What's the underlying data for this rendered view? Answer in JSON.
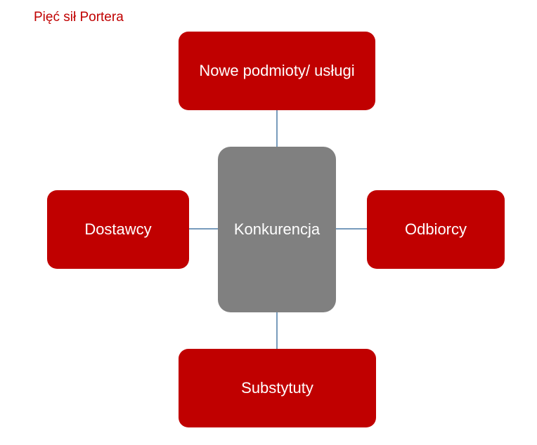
{
  "title": "Pięć sił Portera",
  "nodes": {
    "top": "Nowe podmioty/ usługi",
    "left": "Dostawcy",
    "center": "Konkurencja",
    "right": "Odbiorcy",
    "bottom": "Substytuty"
  },
  "colors": {
    "title": "#c00000",
    "force_box": "#c00000",
    "center_box": "#808080",
    "connector": "#4a7aa6",
    "box_text": "#ffffff"
  }
}
